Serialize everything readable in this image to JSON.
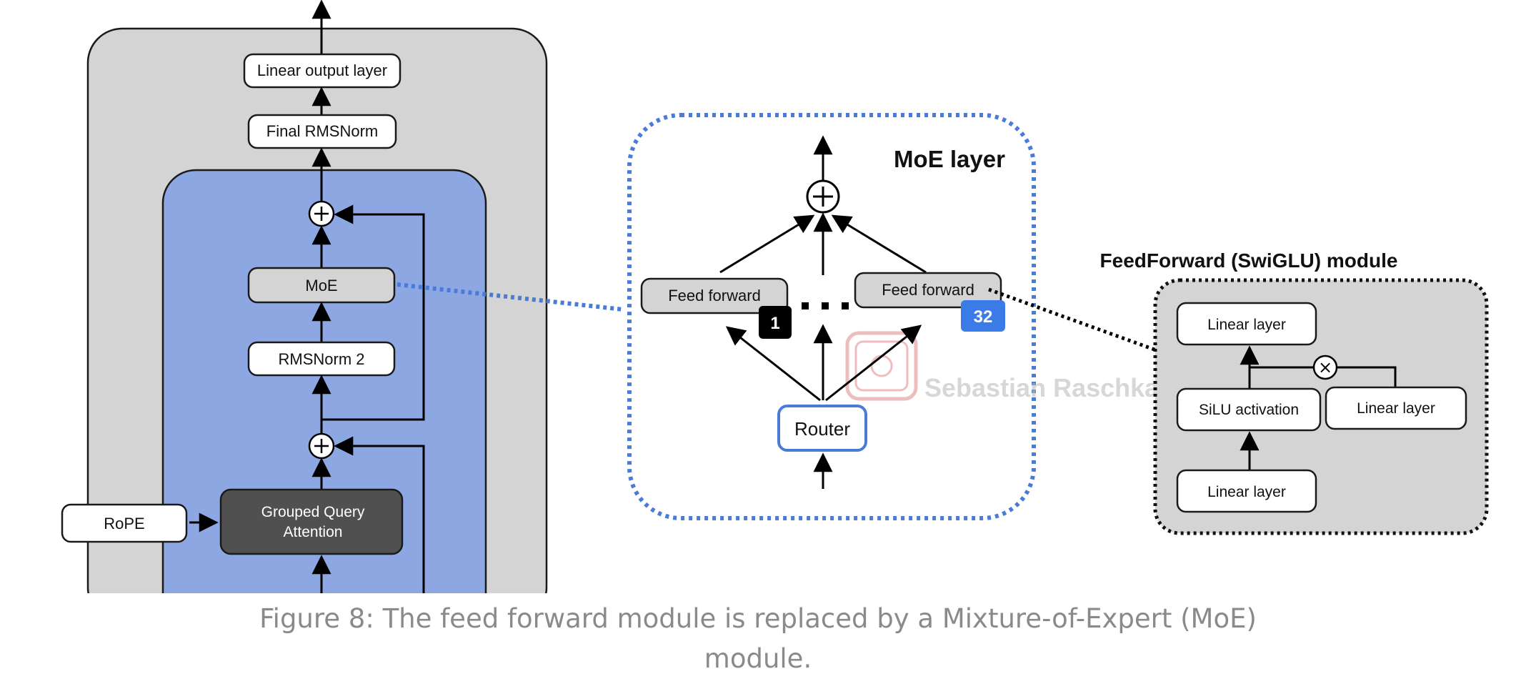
{
  "left_stack": {
    "linear_output_layer": "Linear output layer",
    "final_rmsnorm": "Final RMSNorm",
    "moe": "MoE",
    "rmsnorm2": "RMSNorm 2",
    "gqa_line1": "Grouped Query",
    "gqa_line2": "Attention",
    "rope": "RoPE"
  },
  "moe_layer": {
    "title": "MoE layer",
    "feed_forward_first": "Feed forward",
    "feed_forward_last": "Feed forward",
    "expert_first_index": "1",
    "expert_last_index": "32",
    "router": "Router"
  },
  "feedforward_module": {
    "title": "FeedForward (SwiGLU) module",
    "linear_top": "Linear layer",
    "silu": "SiLU activation",
    "linear_right": "Linear layer",
    "linear_bottom": "Linear layer",
    "multiply_symbol": "×"
  },
  "watermark": {
    "text": "Sebastian Raschka"
  },
  "caption": {
    "line1": "Figure 8: The feed forward module is replaced by a Mixture-of-Expert (MoE)",
    "line2": "module."
  },
  "colors": {
    "outer_gray": "#d4d4d4",
    "block_blue": "#8da7e2",
    "moe_blue_dots": "#4a7bd9",
    "badge_blue": "#3b7be8",
    "gqa_dark": "#505050",
    "watermark_red": "#e8a0a0"
  }
}
